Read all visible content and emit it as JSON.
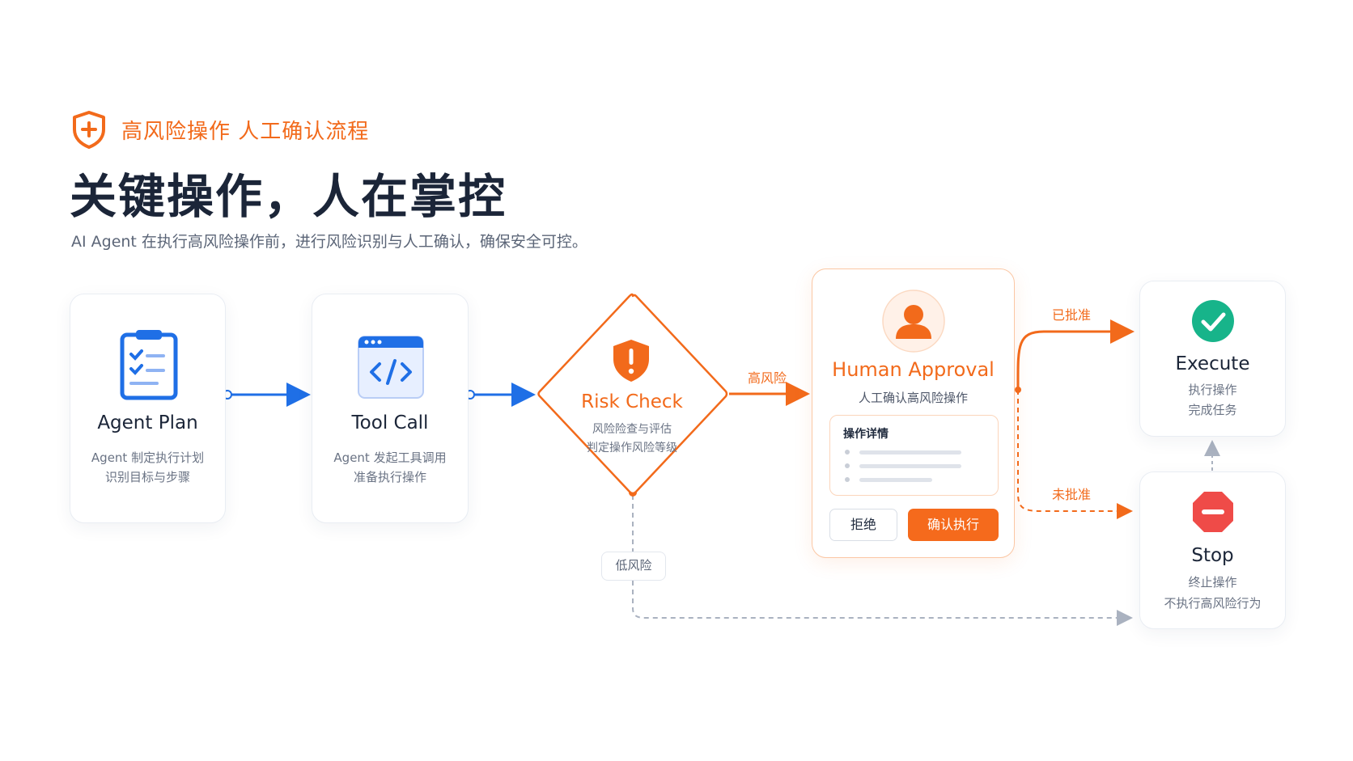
{
  "header": {
    "tag": "高风险操作 人工确认流程",
    "title": "关键操作，人在掌控",
    "subtitle": "AI Agent 在执行高风险操作前，进行风险识别与人工确认，确保安全可控。"
  },
  "steps": {
    "plan": {
      "title": "Agent Plan",
      "sub1": "Agent 制定执行计划",
      "sub2": "识别目标与步骤",
      "icon": "clipboard-icon"
    },
    "tool": {
      "title": "Tool Call",
      "sub1": "Agent 发起工具调用",
      "sub2": "准备执行操作",
      "icon": "code-window-icon"
    },
    "risk": {
      "title": "Risk Check",
      "sub1": "风险险查与评估",
      "sub2": "判定操作风险等级",
      "icon": "shield-alert-icon"
    },
    "human": {
      "title": "Human Approval",
      "sub": "人工确认高风险操作",
      "details_title": "操作详情",
      "reject_label": "拒绝",
      "confirm_label": "确认执行",
      "icon": "user-avatar-icon"
    },
    "execute": {
      "title": "Execute",
      "sub1": "执行操作",
      "sub2": "完成任务",
      "icon": "check-circle-icon"
    },
    "stop": {
      "title": "Stop",
      "sub1": "终止操作",
      "sub2": "不执行高风险行为",
      "icon": "stop-sign-icon"
    }
  },
  "edges": {
    "high_risk": "高风险",
    "approved": "已批准",
    "rejected": "未批准",
    "low_risk": "低风险"
  },
  "colors": {
    "orange": "#f26a1b",
    "blue": "#1f6fe6",
    "green": "#17b48a",
    "red": "#ef4b48",
    "gray_dash": "#aab2c0"
  }
}
